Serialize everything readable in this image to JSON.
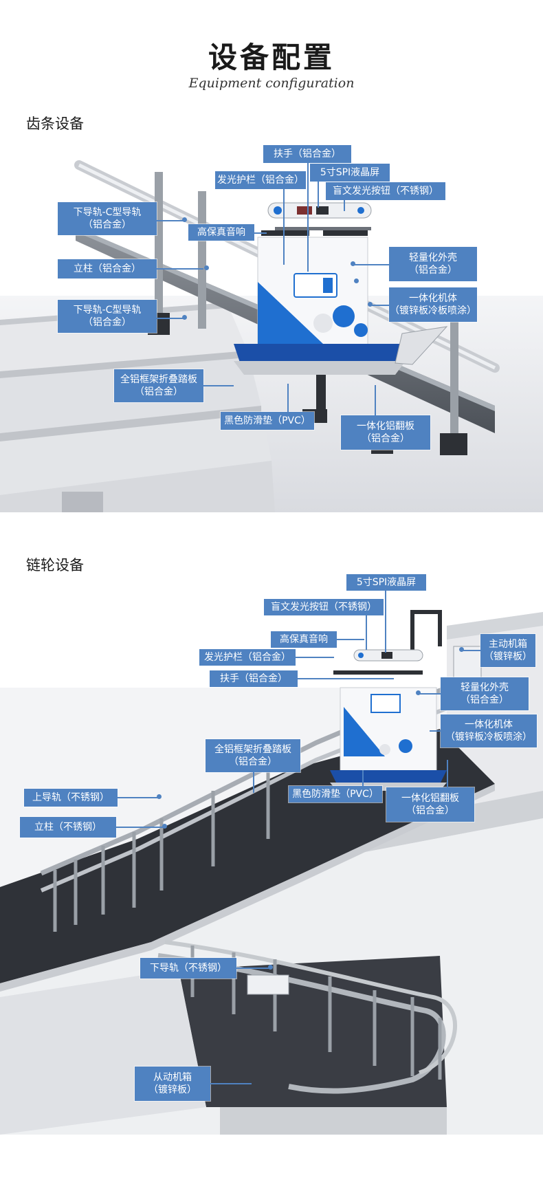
{
  "header": {
    "title": "设备配置",
    "subtitle": "Equipment configuration"
  },
  "section1": {
    "title": "齿条设备",
    "labels": {
      "handrail": "扶手（铝合金）",
      "glow_guard": "发光护栏（铝合金）",
      "lcd": "5寸SPI液晶屏",
      "braille_button": "盲文发光按钮（不锈钢）",
      "lower_rail_top_1": "下导轨-C型导轨",
      "lower_rail_top_2": "（铝合金）",
      "speaker": "高保真音响",
      "light_shell_1": "轻量化外壳",
      "light_shell_2": "（铝合金）",
      "post": "立柱（铝合金）",
      "body_1": "一体化机体",
      "body_2": "（镀锌板冷板喷涂）",
      "lower_rail_bottom_1": "下导轨-C型导轨",
      "lower_rail_bottom_2": "（铝合金）",
      "pedal_1": "全铝框架折叠踏板",
      "pedal_2": "（铝合金）",
      "mat": "黑色防滑垫（PVC）",
      "flap_1": "一体化铝翻板",
      "flap_2": "（铝合金）"
    }
  },
  "section2": {
    "title": "链轮设备",
    "labels": {
      "lcd": "5寸SPI液晶屏",
      "braille_button": "盲文发光按钮（不锈钢）",
      "speaker": "高保真音响",
      "main_box_1": "主动机箱",
      "main_box_2": "（镀锌板）",
      "glow_guard": "发光护栏（铝合金）",
      "handrail": "扶手（铝合金）",
      "light_shell_1": "轻量化外壳",
      "light_shell_2": "（铝合金）",
      "body_1": "一体化机体",
      "body_2": "（镀锌板冷板喷涂）",
      "pedal_1": "全铝框架折叠踏板",
      "pedal_2": "（铝合金）",
      "upper_rail": "上导轨（不锈钢）",
      "mat": "黑色防滑垫（PVC）",
      "flap_1": "一体化铝翻板",
      "flap_2": "（铝合金）",
      "post": "立柱（不锈钢）",
      "lower_rail": "下导轨（不锈钢）",
      "driven_box_1": "从动机箱",
      "driven_box_2": "（镀锌板）"
    }
  },
  "colors": {
    "label_bg": "#4f82c1",
    "accent_blue": "#1f6fd0",
    "stair_dark": "#3a3d44"
  }
}
